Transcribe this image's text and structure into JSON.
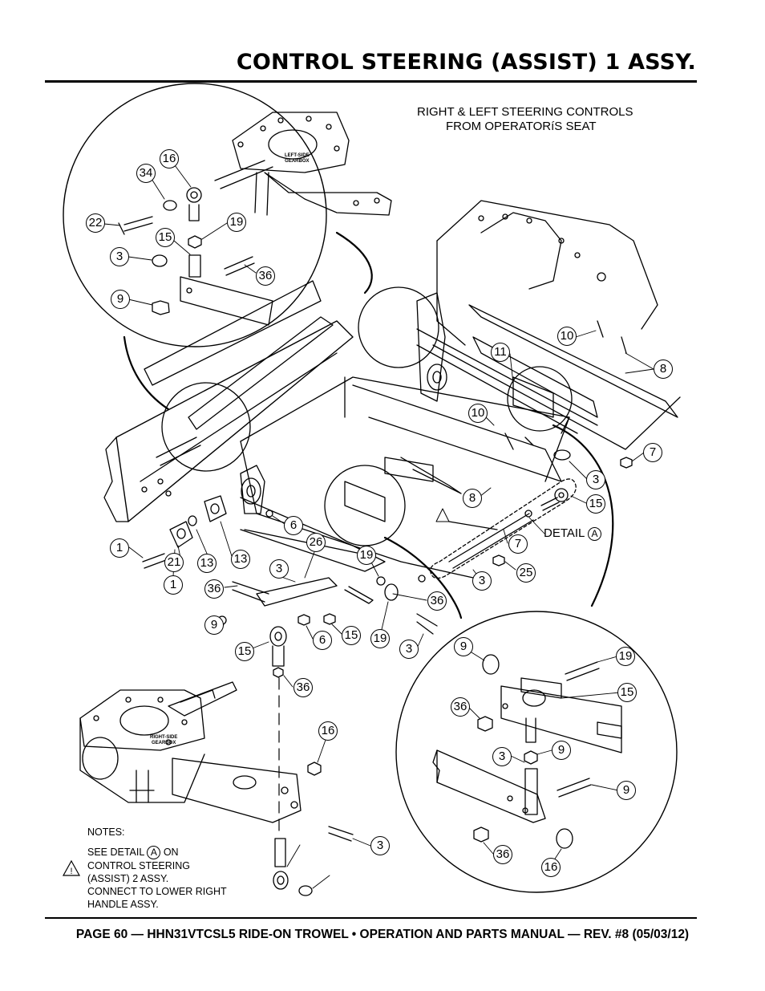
{
  "title": "CONTROL STEERING (ASSIST) 1 ASSY.",
  "caption": {
    "line1": "RIGHT & LEFT STEERING CONTROLS",
    "line2": "FROM OPERATORíS SEAT"
  },
  "gearbox_labels": {
    "left": [
      "LEFT-SIDE",
      "GEARBOX"
    ],
    "right": [
      "RIGHT-SIDE",
      "GEARBOX"
    ]
  },
  "detail_label": {
    "prefix": "DETAIL",
    "letter": "A"
  },
  "notes": {
    "heading": "NOTES:",
    "line1_prefix": "SEE DETAIL",
    "line1_letter": "A",
    "line1_suffix": "ON",
    "line2": "CONTROL STEERING",
    "line3": "(ASSIST) 2 ASSY.",
    "line4": "CONNECT TO LOWER RIGHT",
    "line5": "HANDLE ASSY.",
    "warning_symbol": "!"
  },
  "callouts": [
    "16",
    "34",
    "22",
    "19",
    "15",
    "3",
    "36",
    "9",
    "10",
    "11",
    "8",
    "10",
    "7",
    "3",
    "15",
    "8",
    "6",
    "1",
    "13",
    "21",
    "13",
    "1",
    "26",
    "3",
    "36",
    "19",
    "7",
    "25",
    "3",
    "9",
    "6",
    "15",
    "36",
    "15",
    "19",
    "3",
    "36",
    "16",
    "9",
    "19",
    "15",
    "36",
    "9",
    "3",
    "9",
    "36",
    "16",
    "3"
  ],
  "footer": "PAGE 60 — HHN31VTCSL5 RIDE-ON TROWEL • OPERATION AND PARTS MANUAL — REV. #8 (05/03/12)"
}
